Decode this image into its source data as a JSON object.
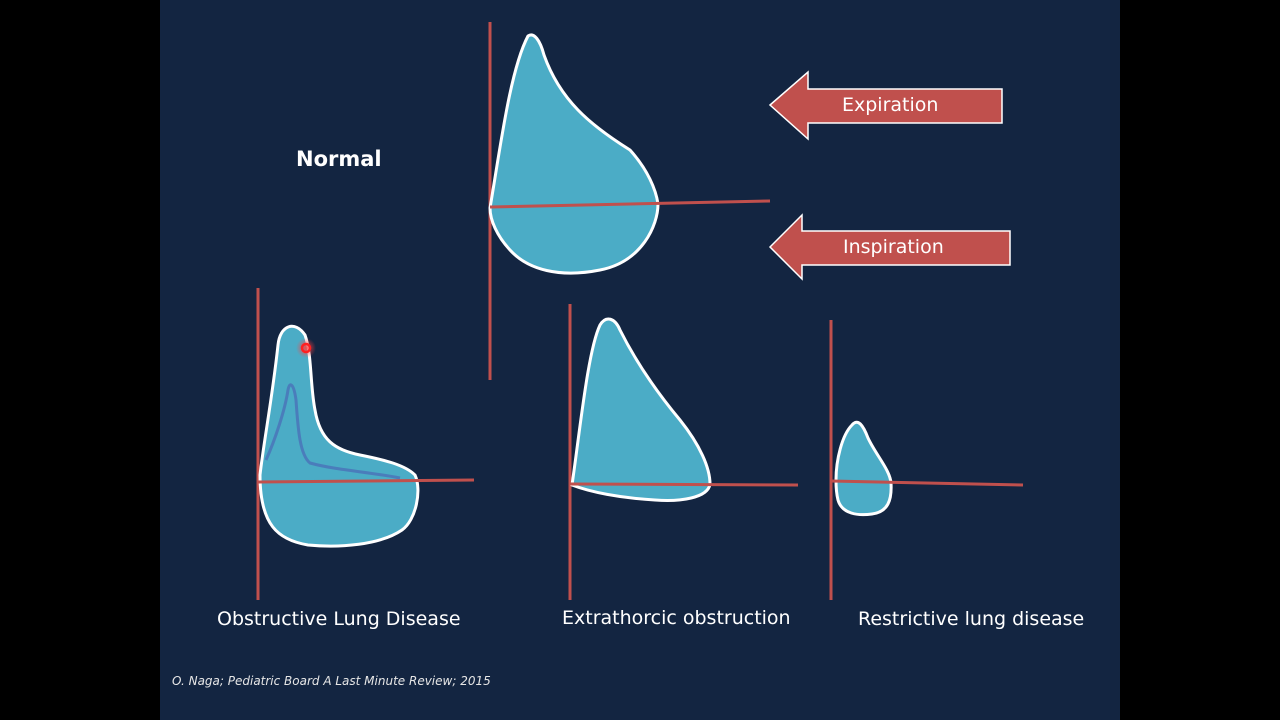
{
  "slide": {
    "background": "#132541",
    "letterbox": "#000000",
    "normal_title": "Normal",
    "arrows": {
      "expiration": "Expiration",
      "inspiration": "Inspiration",
      "color": "#C0504D"
    },
    "loops": [
      {
        "id": "normal",
        "caption": ""
      },
      {
        "id": "obstructive",
        "caption": "Obstructive Lung Disease"
      },
      {
        "id": "extrathoracic",
        "caption": "Extrathorcic obstruction"
      },
      {
        "id": "restrictive",
        "caption": "Restrictive lung disease"
      }
    ],
    "citation": "O. Naga; Pediatric Board A Last Minute Review; 2015",
    "colors": {
      "loop_fill": "#4BACC6",
      "loop_stroke": "#ffffff",
      "axis": "#C0504D",
      "overlay_line": "#4a74b8",
      "pointer": "#ff2020"
    }
  }
}
